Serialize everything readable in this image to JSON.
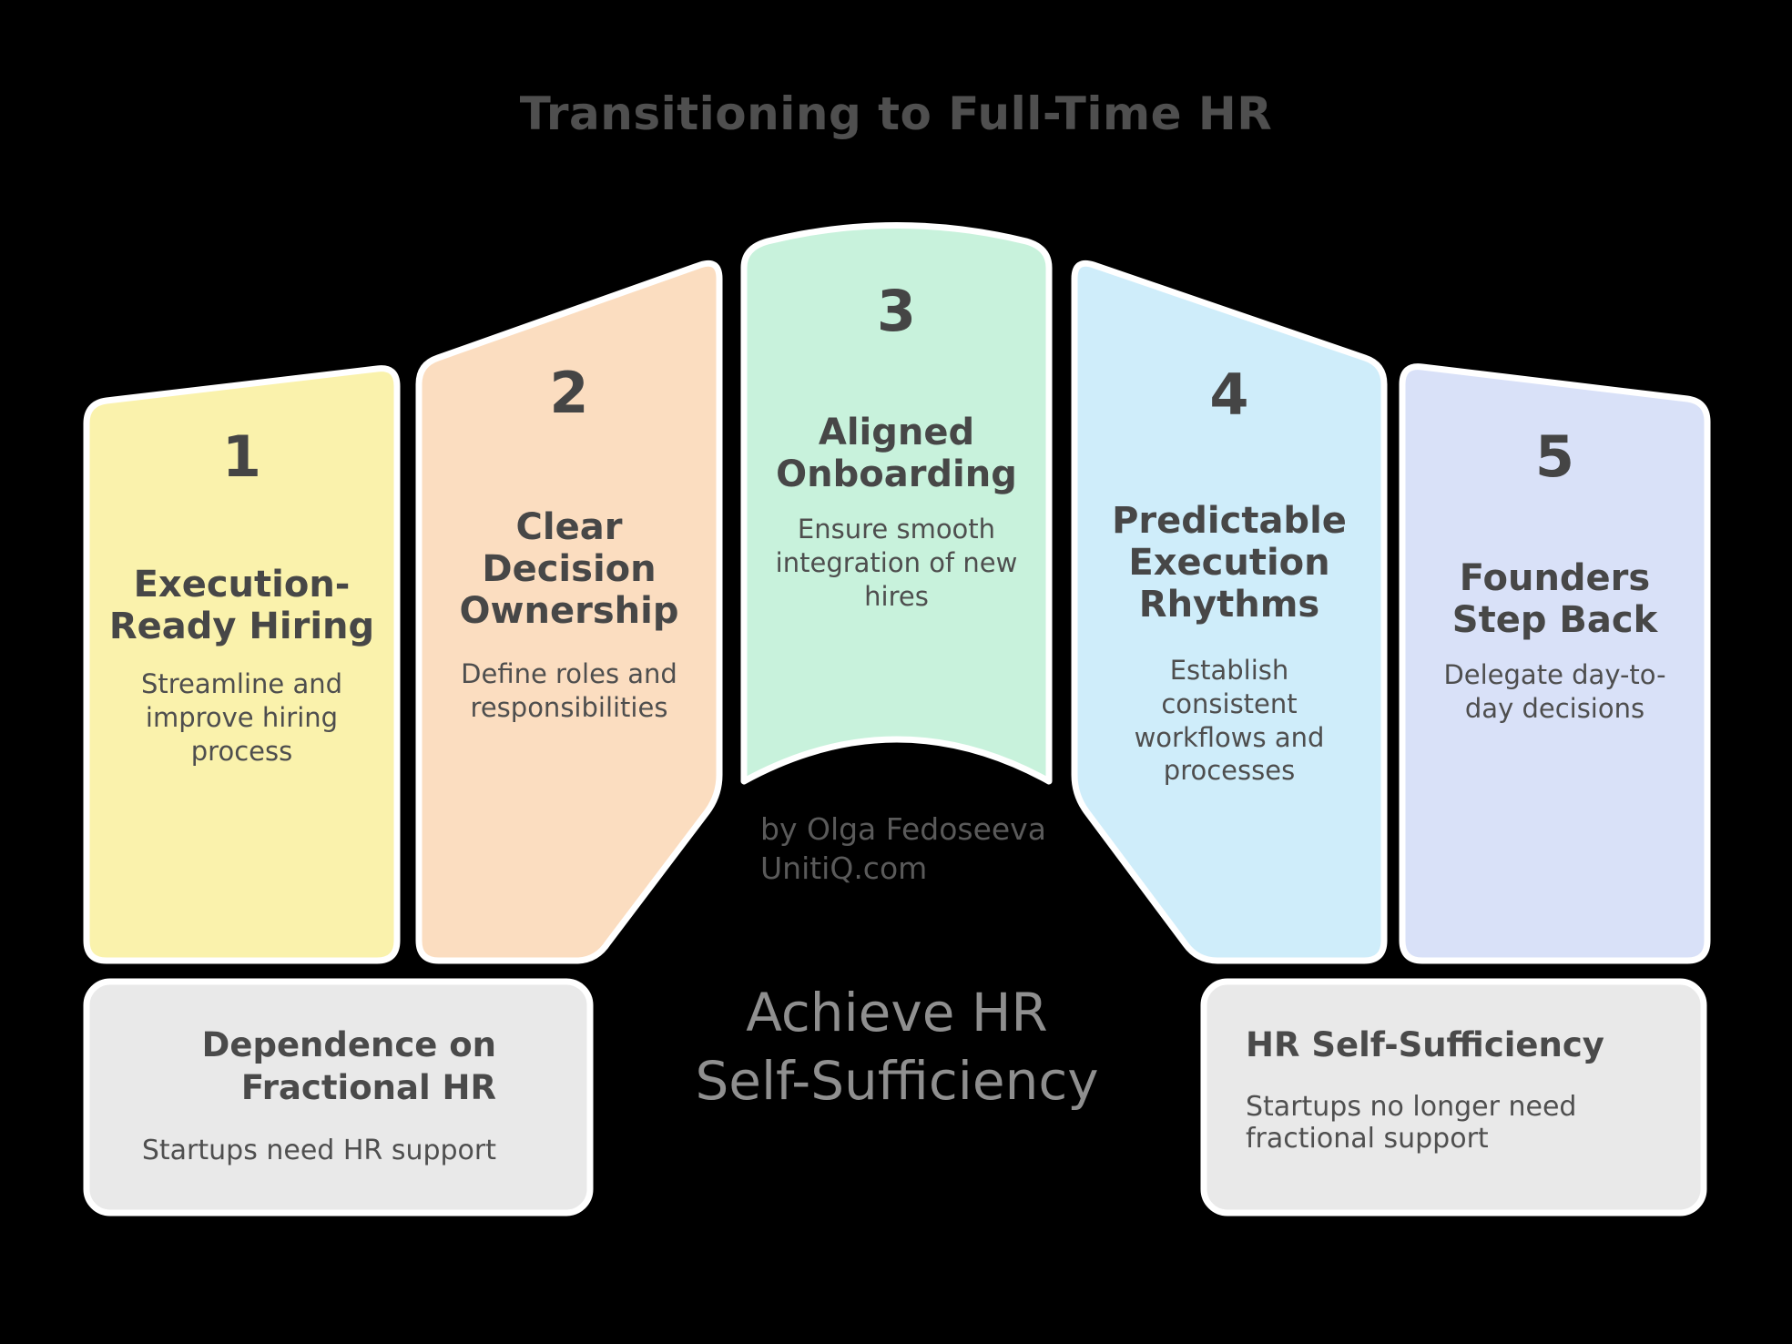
{
  "title": "Transitioning to Full-Time HR",
  "steps": [
    {
      "number": "1",
      "heading": "Execution-\nReady Hiring",
      "body": "Streamline and\nimprove hiring\nprocess",
      "color": "#FAF2AC"
    },
    {
      "number": "2",
      "heading": "Clear\nDecision\nOwnership",
      "body": "Define roles and\nresponsibilities",
      "color": "#FBDDC0"
    },
    {
      "number": "3",
      "heading": "Aligned\nOnboarding",
      "body": "Ensure smooth\nintegration of new\nhires",
      "color": "#C8F2DC"
    },
    {
      "number": "4",
      "heading": "Predictable\nExecution\nRhythms",
      "body": "Establish\nconsistent\nworkflows and\nprocesses",
      "color": "#CFEDFA"
    },
    {
      "number": "5",
      "heading": "Founders\nStep Back",
      "body": "Delegate day-to-\nday decisions",
      "color": "#D9E1F8"
    }
  ],
  "attribution": "by Olga Fedoseeva\nUnitiQ.com",
  "center_goal": "Achieve HR\nSelf-Sufficiency",
  "start_state": {
    "heading": "Dependence on\nFractional HR",
    "body": "Startups need HR support"
  },
  "end_state": {
    "heading": "HR Self-Sufficiency",
    "body": "Startups no longer need\nfractional support"
  },
  "colors": {
    "background": "#000000",
    "border": "#FFFFFF",
    "state_box_bg": "#E9E9E9",
    "title_text": "#4F4F4F",
    "panel_text": "#474747",
    "goal_text": "#8F8F8F"
  }
}
